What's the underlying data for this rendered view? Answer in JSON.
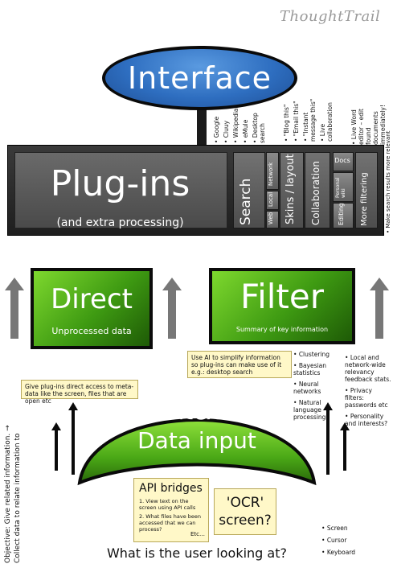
{
  "brand": "ThoughtTrail",
  "interface": {
    "label": "Interface"
  },
  "top_labels": {
    "search": [
      "Google",
      "Cluuy",
      "Wikipedia",
      "eMule",
      "Desktop search"
    ],
    "collab": [
      "\"Blog this\"",
      "\"Email this\"",
      "\"Instant message this\"",
      "Live collaboration"
    ],
    "docs": [
      "Live Word editor – edit found documents immediately!"
    ]
  },
  "plugins": {
    "title": "Plug-ins",
    "subtitle": "(and extra processing)",
    "search": "Search",
    "web": "Web",
    "local": "Local",
    "network": "Network",
    "skins": "Skins / layout",
    "collaboration": "Collaboration",
    "editing": "Editing",
    "personal_wiki": "Personal wiki",
    "docs": "Docs",
    "more_filtering": "More filtering",
    "side_note": "Make search results more relevant"
  },
  "direct": {
    "title": "Direct",
    "subtitle": "Unprocessed data"
  },
  "filter": {
    "title": "Filter",
    "subtitle": "Summary of key information"
  },
  "notes": {
    "ai": "Use AI to simplify information so plug-ins can make use of it e.g.: desktop search",
    "meta": "Give plug-ins direct access to meta-data like the screen, files that are open etc"
  },
  "filter_bullets_left": [
    "Clustering",
    "Bayesian statistics",
    "Neural networks",
    "Natural language processing"
  ],
  "filter_bullets_right": [
    "Local and network-wide relevancy feedback stats.",
    "Privacy filters: passwords etc",
    "Personality and interests?"
  ],
  "context": {
    "line1": "Context &",
    "line2": "Data input"
  },
  "api": {
    "title": "API bridges",
    "items": [
      "1. View text on the screen using API calls",
      "2. What files have been accessed that we can process?"
    ],
    "etc": "Etc…"
  },
  "ocr": {
    "line1": "'OCR'",
    "line2": "screen?"
  },
  "inputs": [
    "Screen",
    "Cursor",
    "Keyboard"
  ],
  "objective": {
    "line1": "Objective: Give related information. →",
    "line2": "Collect data to relate information to"
  },
  "bottom_question": "What is the user looking at?",
  "colors": {
    "interface_blue": "#2e6ec0",
    "green": "#3e9a12",
    "dark_gray": "#2a2a2a",
    "note_yellow": "#fff8c8"
  }
}
